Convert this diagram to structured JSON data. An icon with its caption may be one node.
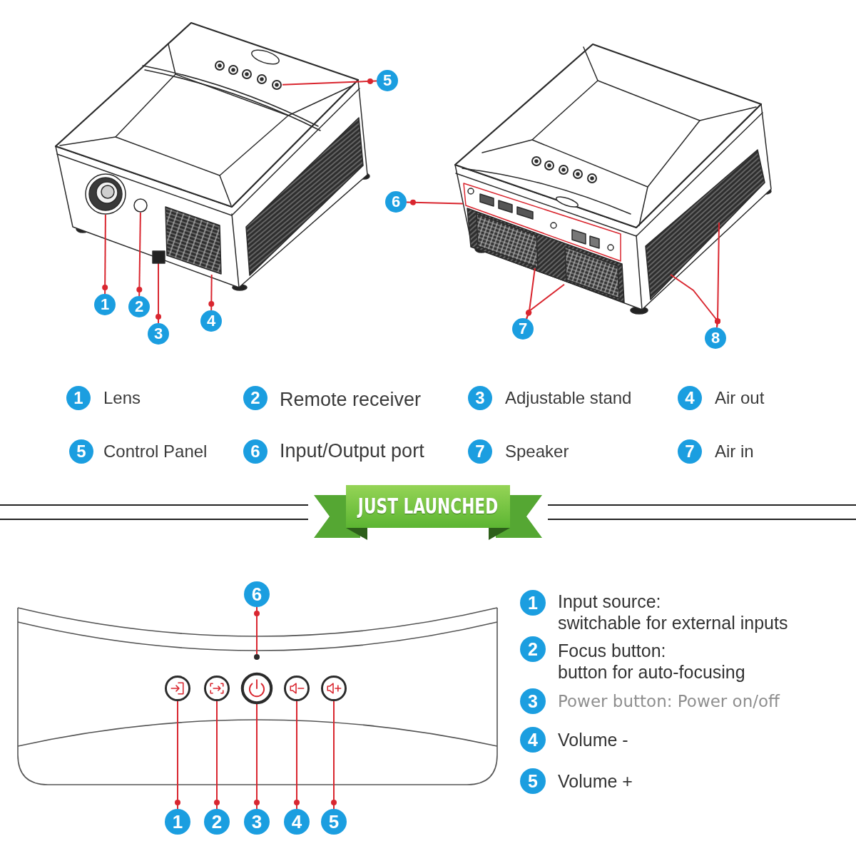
{
  "diagram": {
    "nodes": [
      {
        "text": [
          "1"
        ]
      },
      {
        "text": [
          "2"
        ]
      },
      {
        "text": [
          "3"
        ]
      },
      {
        "text": [
          "4"
        ]
      },
      {
        "text": [
          "5"
        ]
      },
      {
        "text": [
          "6"
        ]
      },
      {
        "text": [
          "7"
        ]
      },
      {
        "text": [
          "8"
        ]
      },
      {
        "text": [],
        "shape": "picture"
      },
      {
        "text": [],
        "shape": "circle"
      },
      {
        "text": [],
        "shape": "box"
      },
      {
        "text": [],
        "shape": "box"
      },
      {
        "text": [],
        "shape": "picture"
      },
      {
        "text": [],
        "shape": "picture"
      },
      {
        "text": [],
        "shape": "box"
      },
      {
        "text": [],
        "shape": "box"
      },
      {
        "text": [
          "1"
        ],
        "beside": [
          "Lens"
        ]
      },
      {
        "text": [
          "2"
        ],
        "beside": [
          "Remote receiver"
        ]
      },
      {
        "text": [
          "3"
        ],
        "beside": [
          "Adjustable stand"
        ]
      },
      {
        "text": [
          "4"
        ],
        "beside": [
          "Air out"
        ]
      },
      {
        "text": [
          "5"
        ],
        "beside": [
          "Control Panel"
        ]
      },
      {
        "text": [
          "6"
        ],
        "beside": [
          "Input/Output port"
        ]
      },
      {
        "text": [
          "7"
        ],
        "beside": [
          "Speaker"
        ]
      },
      {
        "text": [
          "7"
        ],
        "beside": [
          "Air in"
        ]
      },
      {
        "text": [
          "6"
        ]
      },
      {
        "text": [],
        "shape": "circle"
      },
      {
        "text": [],
        "shape": "circle"
      },
      {
        "text": [],
        "shape": "circle"
      },
      {
        "text": [],
        "shape": "circle"
      },
      {
        "text": [],
        "shape": "circle"
      },
      {
        "text": [],
        "shape": "circle"
      },
      {
        "text": [
          "1"
        ]
      },
      {
        "text": [
          "2"
        ]
      },
      {
        "text": [
          "3"
        ]
      },
      {
        "text": [
          "4"
        ]
      },
      {
        "text": [
          "5"
        ]
      },
      {
        "text": [
          "1"
        ],
        "beside": [
          "Input source: switchable for external inputs"
        ]
      },
      {
        "text": [
          "2"
        ],
        "beside": [
          "Focus button: button for auto-focusing"
        ]
      },
      {
        "text": [
          "3"
        ],
        "beside": [
          "Power button: Power on/off"
        ]
      },
      {
        "text": [
          "4"
        ],
        "beside": [
          "Volume -"
        ]
      },
      {
        "text": [
          "5"
        ],
        "beside": [
          "Volume +"
        ]
      }
    ],
    "edges": [
      {
        "from": 0,
        "to": 8,
        "arrow": "other"
      },
      {
        "from": 1,
        "to": 9,
        "arrow": "other"
      },
      {
        "from": 2,
        "to": 10,
        "arrow": "other"
      },
      {
        "from": 3,
        "to": 11,
        "arrow": "other"
      },
      {
        "from": 4,
        "to": 12,
        "arrow": "other"
      },
      {
        "from": 5,
        "to": 13,
        "arrow": "other"
      },
      {
        "from": 6,
        "to": 14,
        "arrow": "other"
      },
      {
        "from": 6,
        "to": 15,
        "arrow": "other"
      },
      {
        "from": 7,
        "to": null,
        "arrow": "other"
      },
      {
        "from": 7,
        "to": null,
        "arrow": "other"
      },
      {
        "from": 24,
        "to": 25,
        "arrow": "other"
      },
      {
        "from": 31,
        "to": 26,
        "arrow": "other"
      },
      {
        "from": 32,
        "to": 27,
        "arrow": "other"
      },
      {
        "from": 33,
        "to": 28,
        "arrow": "other"
      },
      {
        "from": 34,
        "to": 29,
        "arrow": "other"
      },
      {
        "from": 35,
        "to": 30,
        "arrow": "other"
      }
    ],
    "labels": [
      "JUST LAUNCHED"
    ]
  }
}
